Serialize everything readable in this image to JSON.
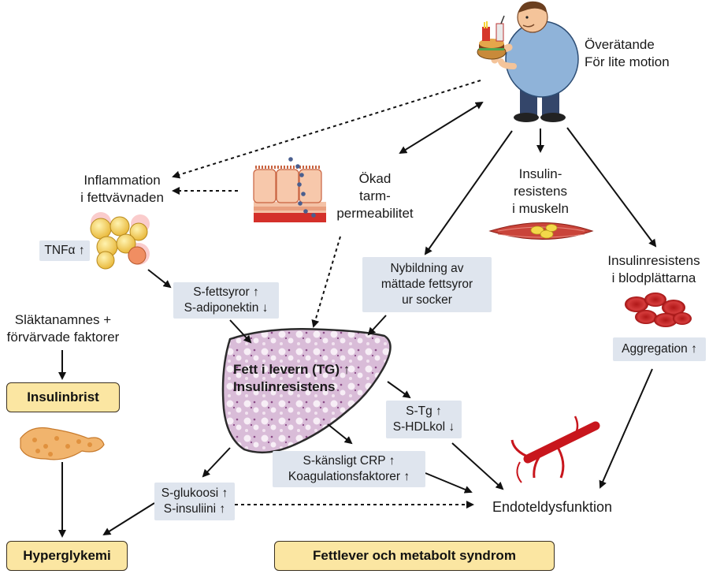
{
  "labels": {
    "overeating": "Överätande\nFör lite motion",
    "inflammation": "Inflammation\ni fettvävnaden",
    "gut": "Ökad\ntarm-\npermeabilitet",
    "muscle": "Insulin-\nresistens\ni muskeln",
    "platelets": "Insulinresistens\ni blodplättarna",
    "heredity": "Släktanamnes +\nförvärvade faktorer",
    "endothelial": "Endoteldysfunktion",
    "liver": "Fett i levern (TG) ↑\nInsulinresistens"
  },
  "boxes": {
    "tnf": "TNFα ↑",
    "fatty_acids": "S-fettsyror ↑\nS-adiponektin ↓",
    "lipogenesis": "Nybildning av\nmättade fettsyror\nur socker",
    "aggregation": "Aggregation ↑",
    "lipids": "S-Tg ↑\nS-HDLkol ↓",
    "crp": "S-känsligt CRP ↑\nKoagulationsfaktorer ↑",
    "glucose": "S-glukoosi ↑\nS-insuliini ↑"
  },
  "headers": {
    "insulinbrist": "Insulinbrist",
    "hyperglykemi": "Hyperglykemi",
    "title": "Fettlever och metabolt syndrom"
  },
  "colors": {
    "box_fill": "#dfe5ee",
    "header_fill": "#fbe6a2",
    "liver_fill": "#d7b8d6",
    "vessel_red": "#c8161d"
  }
}
